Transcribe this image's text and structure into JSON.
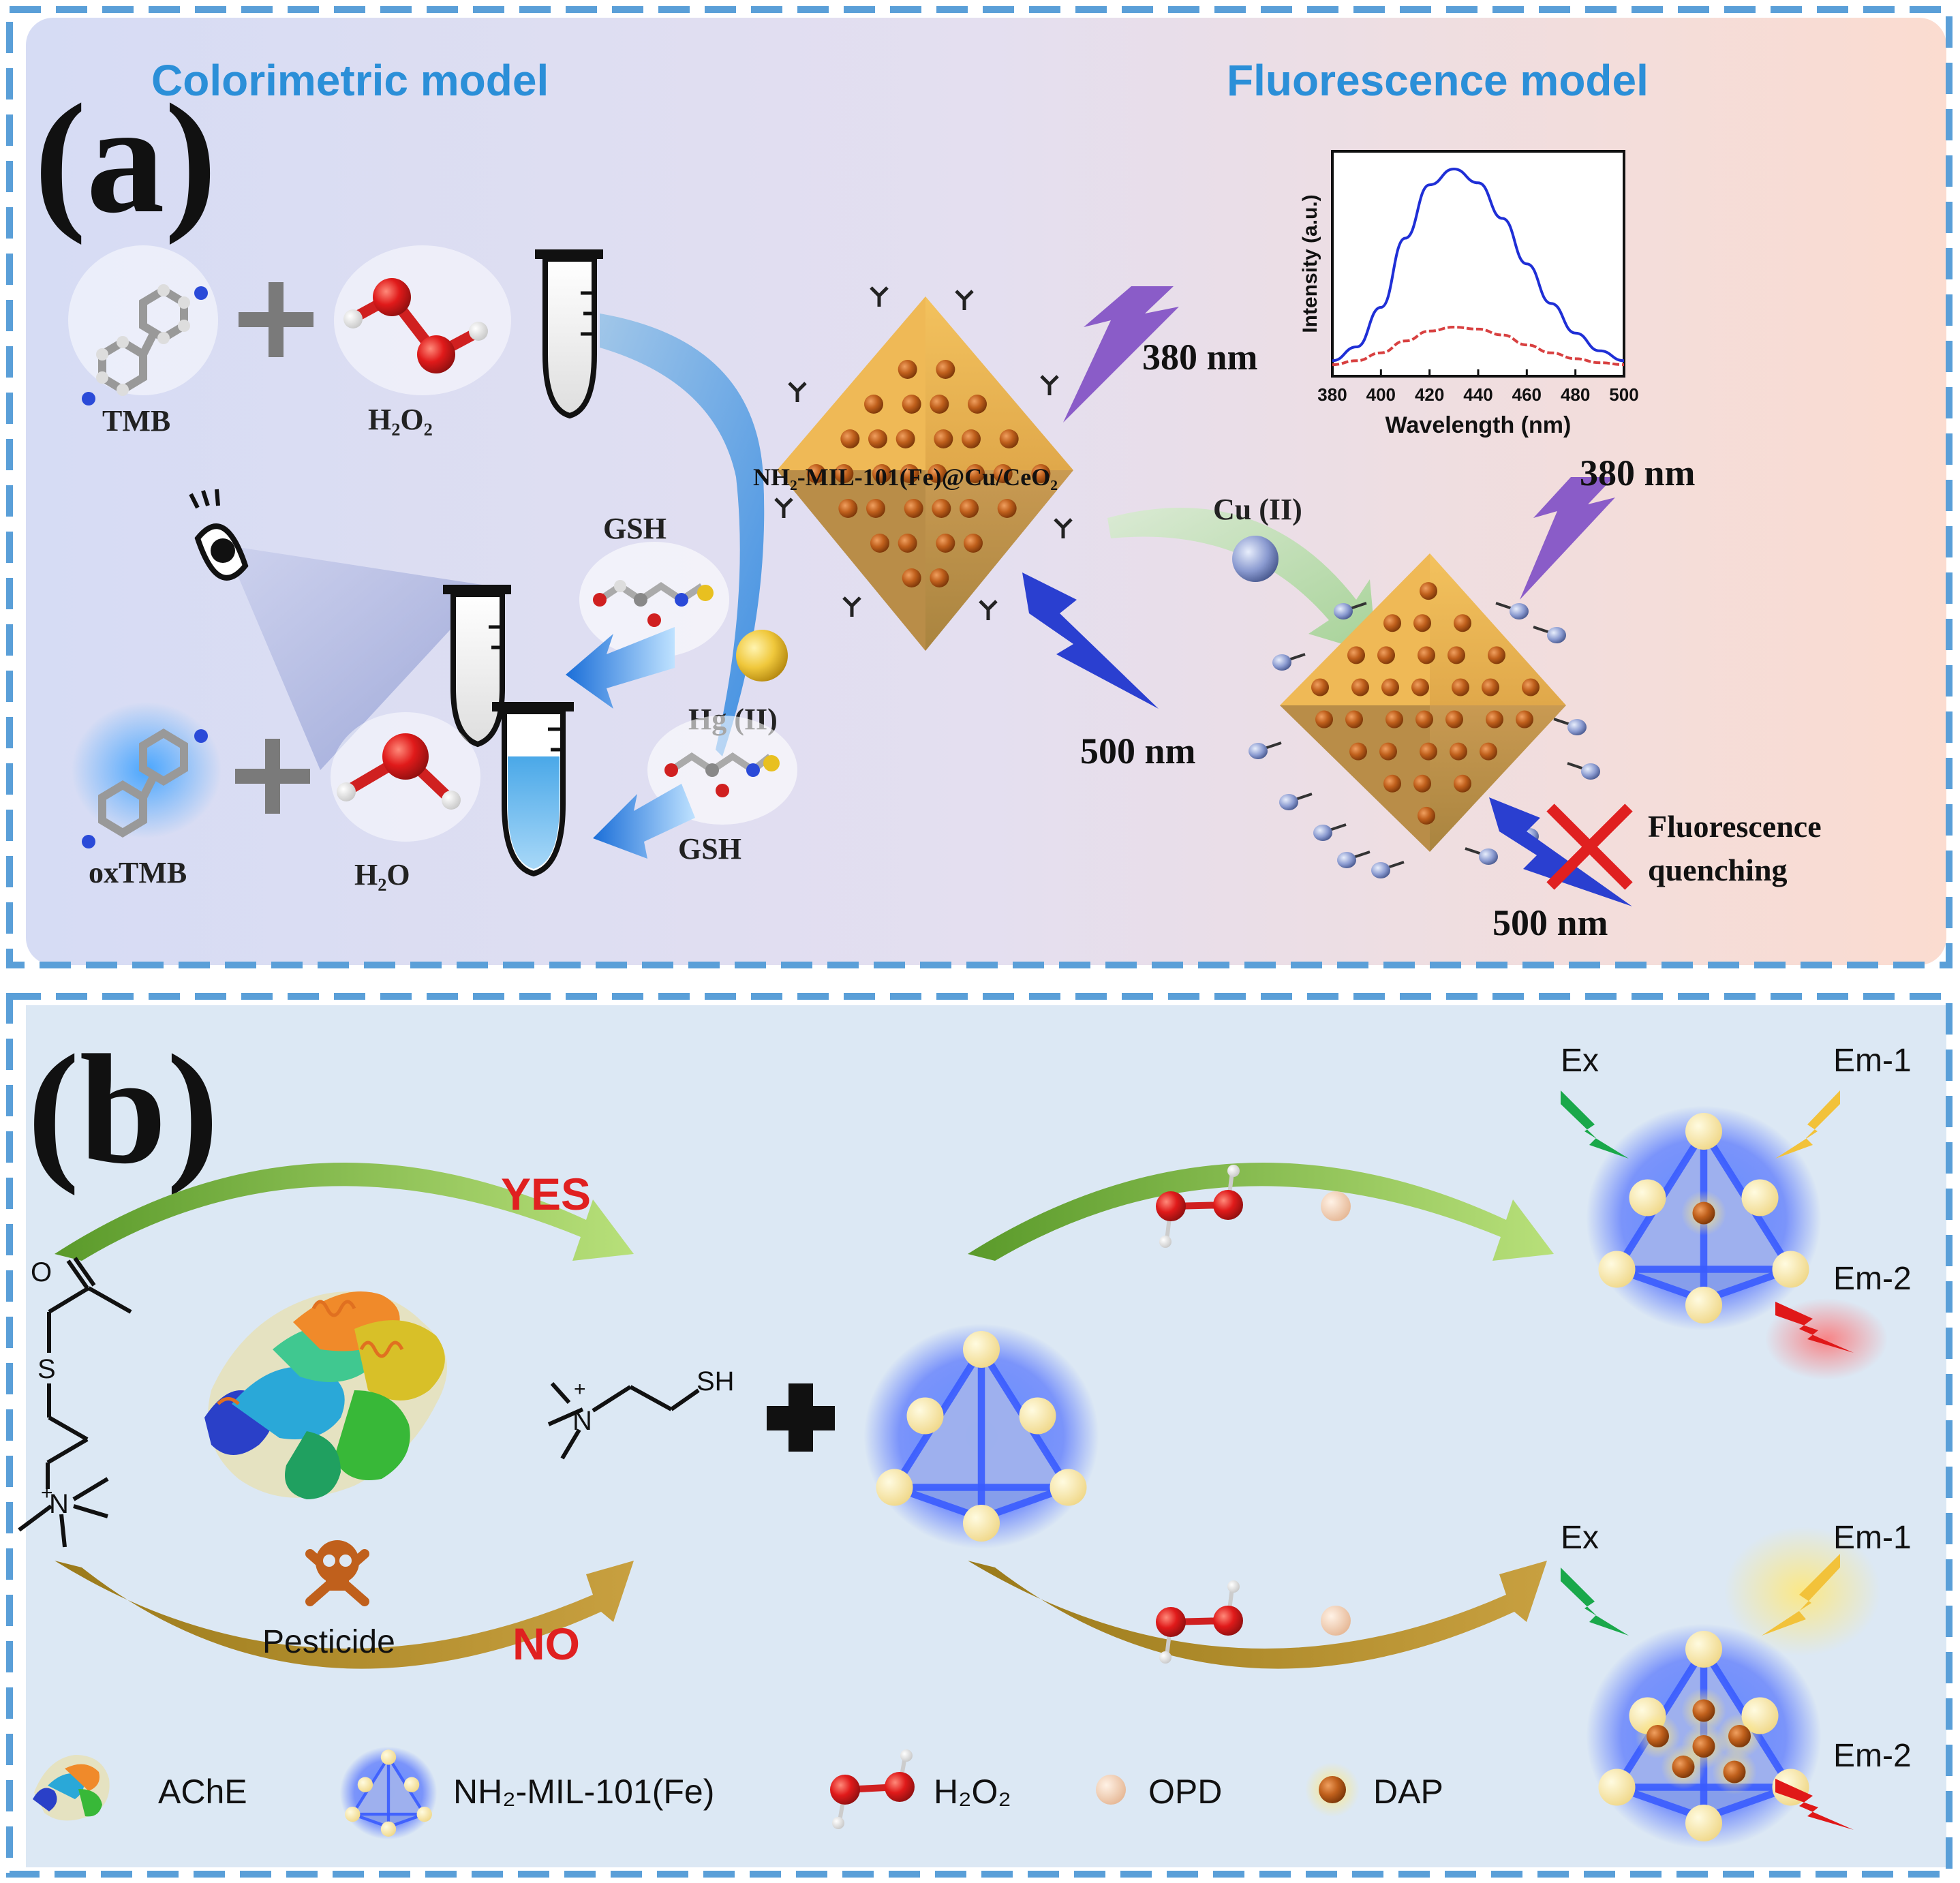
{
  "panel_a": {
    "label": "(a)",
    "colorimetric_title": "Colorimetric model",
    "fluorescence_title": "Fluorescence model",
    "tmb": "TMB",
    "h2o2": "H₂O₂",
    "oxtmb": "oxTMB",
    "h2o": "H₂O",
    "gsh_top": "GSH",
    "gsh_bottom": "GSH",
    "hg": "Hg (II)",
    "cu": "Cu (II)",
    "mof_label": "NH₂-MIL-101(Fe)@Cu/CeO₂",
    "ex_top": "380 nm",
    "ex_right": "380 nm",
    "em_center": "500 nm",
    "em_right": "500 nm",
    "quench_line1": "Fluorescence",
    "quench_line2": "quenching"
  },
  "panel_b": {
    "label": "(b)",
    "yes": "YES",
    "no": "NO",
    "pesticide": "Pesticide",
    "sh": "SH",
    "o_atom": "O",
    "s_atom": "S",
    "n_atom": "N",
    "ex_top": "Ex",
    "em1_top": "Em-1",
    "em2_top": "Em-2",
    "ex_bottom": "Ex",
    "em1_bottom": "Em-1",
    "em2_bottom": "Em-2",
    "legend": {
      "ache": "AChE",
      "mof": "NH₂-MIL-101(Fe)",
      "h2o2": "H₂O₂",
      "opd": "OPD",
      "dap": "DAP"
    }
  },
  "chart_data": {
    "type": "line",
    "title": "",
    "xlabel": "Wavelength (nm)",
    "ylabel": "Intensity (a.u.)",
    "xlim": [
      380,
      500
    ],
    "xticks": [
      380,
      400,
      420,
      440,
      460,
      480,
      500
    ],
    "ylim": [
      0,
      1
    ],
    "grid": false,
    "legend": "none",
    "series": [
      {
        "color": "#1f2fd6",
        "x": [
          380,
          390,
          400,
          410,
          420,
          430,
          440,
          450,
          460,
          470,
          480,
          490,
          500
        ],
        "y": [
          0.03,
          0.1,
          0.3,
          0.65,
          0.92,
          1.0,
          0.93,
          0.75,
          0.52,
          0.32,
          0.17,
          0.08,
          0.03
        ]
      },
      {
        "color": "#d84040",
        "x": [
          380,
          390,
          400,
          410,
          420,
          430,
          440,
          450,
          460,
          470,
          480,
          490,
          500
        ],
        "y": [
          0.01,
          0.03,
          0.07,
          0.13,
          0.18,
          0.2,
          0.19,
          0.16,
          0.11,
          0.07,
          0.04,
          0.02,
          0.01
        ]
      }
    ]
  },
  "colors": {
    "frame": "#5a9fd8",
    "title_blue": "#2b8fd8",
    "red_label": "#e02020",
    "mof_gold": "#e8b050",
    "particle": "#b05a18",
    "bolt_purple": "#8a5cc8",
    "bolt_blue": "#2a3fd0",
    "bolt_green": "#1aa84a",
    "bolt_yellow": "#f2c23a",
    "bolt_red": "#e01818"
  }
}
